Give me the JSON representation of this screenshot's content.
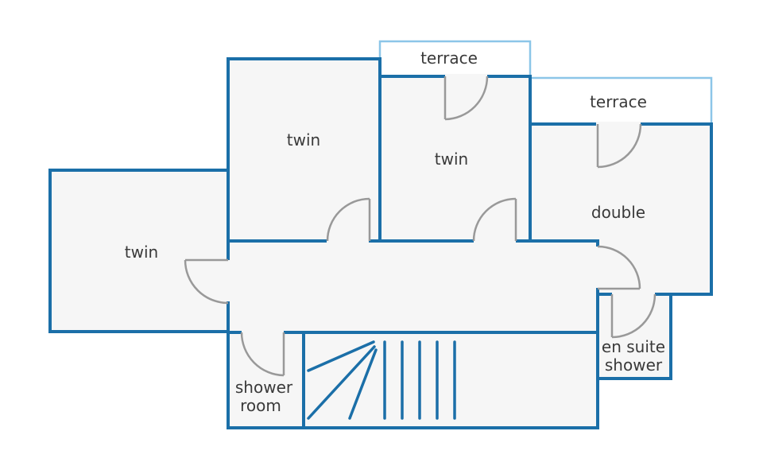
{
  "rooms": {
    "twin_west": "twin",
    "twin_north": "twin",
    "twin_center": "twin",
    "double": "double",
    "terrace_north": "terrace",
    "terrace_east": "terrace",
    "shower_room_line1": "shower",
    "shower_room_line2": "room",
    "ensuite_line1": "en suite",
    "ensuite_line2": "shower"
  },
  "colors": {
    "wall": "#1b6fa8",
    "terrace_outline": "#8cc6e8",
    "room_fill": "#f6f6f6",
    "door": "#999999",
    "label": "#3a3a3a"
  }
}
